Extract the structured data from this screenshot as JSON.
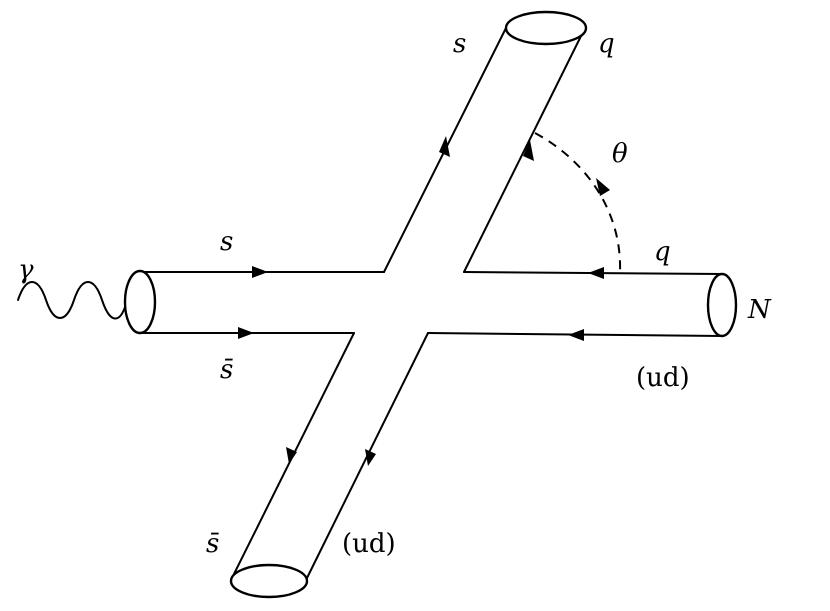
{
  "labels": {
    "photon": "γ",
    "top_left_quark": "s",
    "top_right_quark": "q",
    "angle": "θ",
    "left_upper_quark": "s",
    "right_upper_quark": "q",
    "nucleon": "N",
    "left_lower_antiquark": "s̄",
    "right_lower_diquark": "(ud)",
    "bottom_left_antiquark": "s̄",
    "bottom_right_diquark": "(ud)"
  }
}
